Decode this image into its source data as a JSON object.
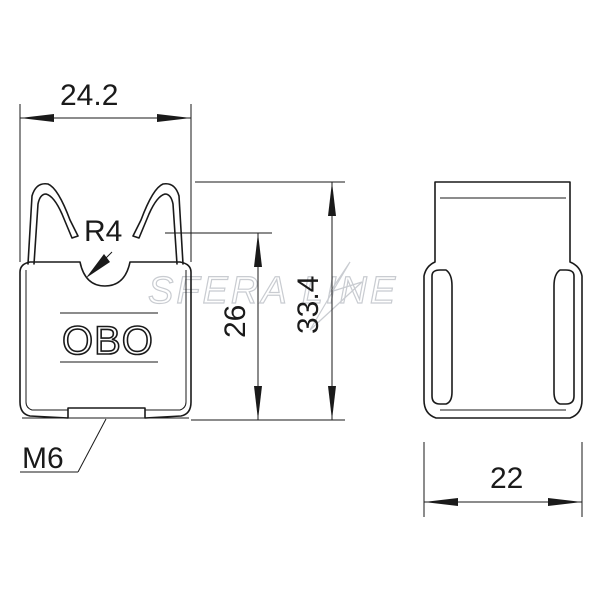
{
  "dimensions": {
    "width_front": "24.2",
    "radius": "R4",
    "height_inner": "26",
    "height_total": "33.4",
    "thread": "M6",
    "width_side": "22"
  },
  "logo": {
    "text": "OBO"
  },
  "watermark": {
    "text": "SFERA LINE"
  },
  "colors": {
    "line": "#1a1a1a",
    "watermark": "#c9ccd1",
    "background": "#ffffff"
  }
}
